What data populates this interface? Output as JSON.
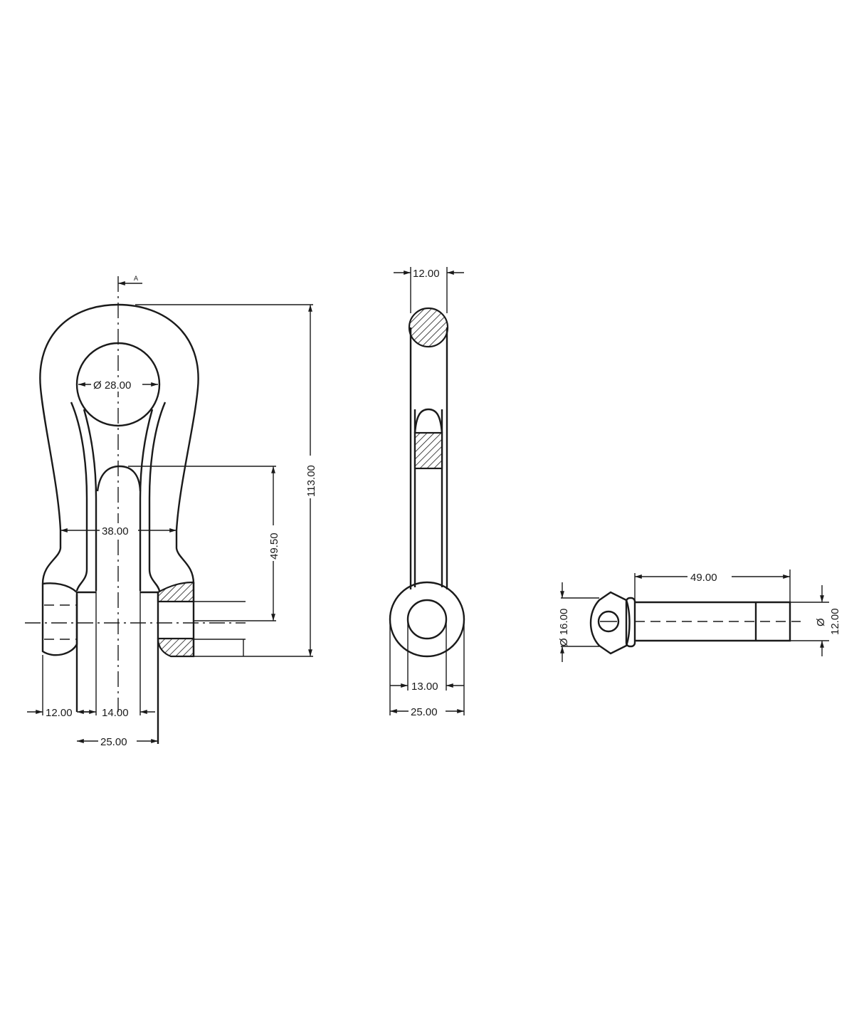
{
  "section_marker": "A",
  "front_view": {
    "hole_diameter": "Ø 28.00",
    "overall_height": "113.00",
    "inner_height": "49.50",
    "body_width": "38.00",
    "lug_width": "12.00",
    "gap_width": "14.00",
    "pin_span": "25.00"
  },
  "side_view": {
    "top_thickness": "12.00",
    "eye_hole": "13.00",
    "eye_width": "25.00"
  },
  "pin_view": {
    "pin_length": "49.00",
    "head_diameter": "Ø 16.00",
    "pin_diameter_symbol": "Ø",
    "pin_diameter": "12.00"
  }
}
